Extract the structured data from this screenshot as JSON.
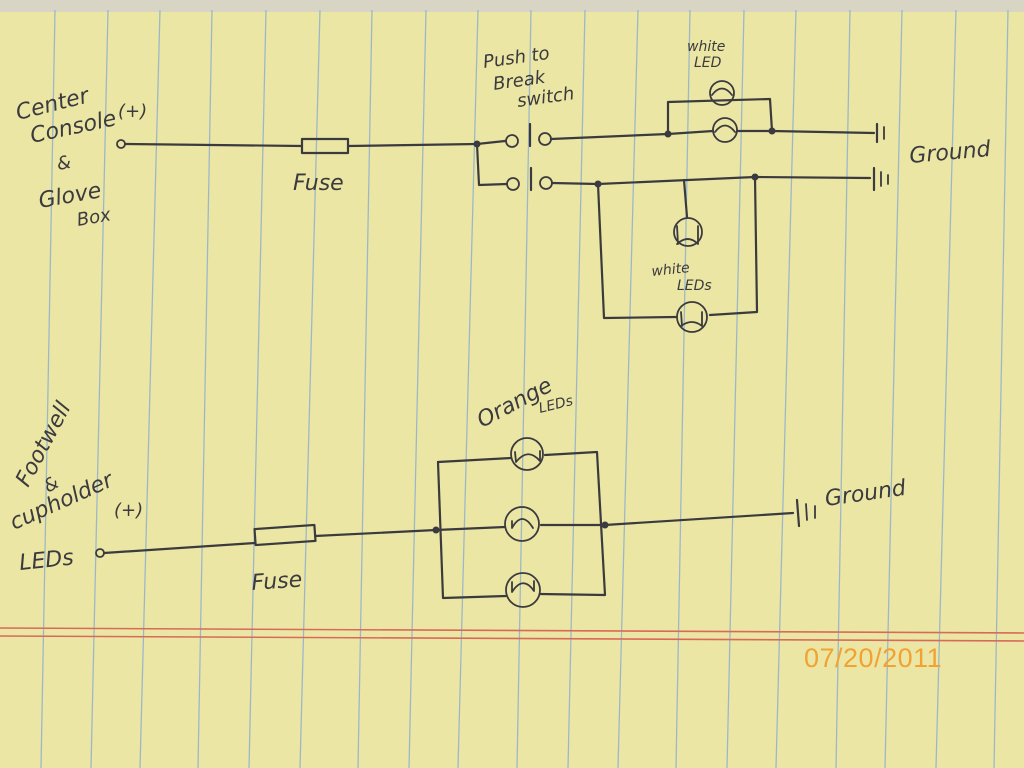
{
  "labels": {
    "console_line1": "Center",
    "console_line2": "Console",
    "console_line3": "&",
    "console_line4": "Glove",
    "console_line5": "Box",
    "plus_top": "(+)",
    "fuse_top": "Fuse",
    "switch_line1": "Push to",
    "switch_line2": "Break",
    "switch_line3": "switch",
    "white_led_line1": "white",
    "white_led_line2": "LED",
    "white_leds_line1": "white",
    "white_leds_line2": "LEDs",
    "ground_top": "Ground",
    "footwell_line1": "Footwell",
    "footwell_line2": "&",
    "footwell_line3": "cupholder",
    "footwell_line4": "LEDs",
    "plus_bottom": "(+)",
    "fuse_bottom": "Fuse",
    "orange_line1": "Orange",
    "orange_line2": "LEDs",
    "ground_bottom": "Ground"
  },
  "date_stamp": "07/20/2011",
  "colors": {
    "paper": "#ece6a4",
    "blue_rule": "#8fb1cf",
    "red_margin": "#d86a5a",
    "ink": "#3b3a3e",
    "stamp": "#f2a233"
  }
}
